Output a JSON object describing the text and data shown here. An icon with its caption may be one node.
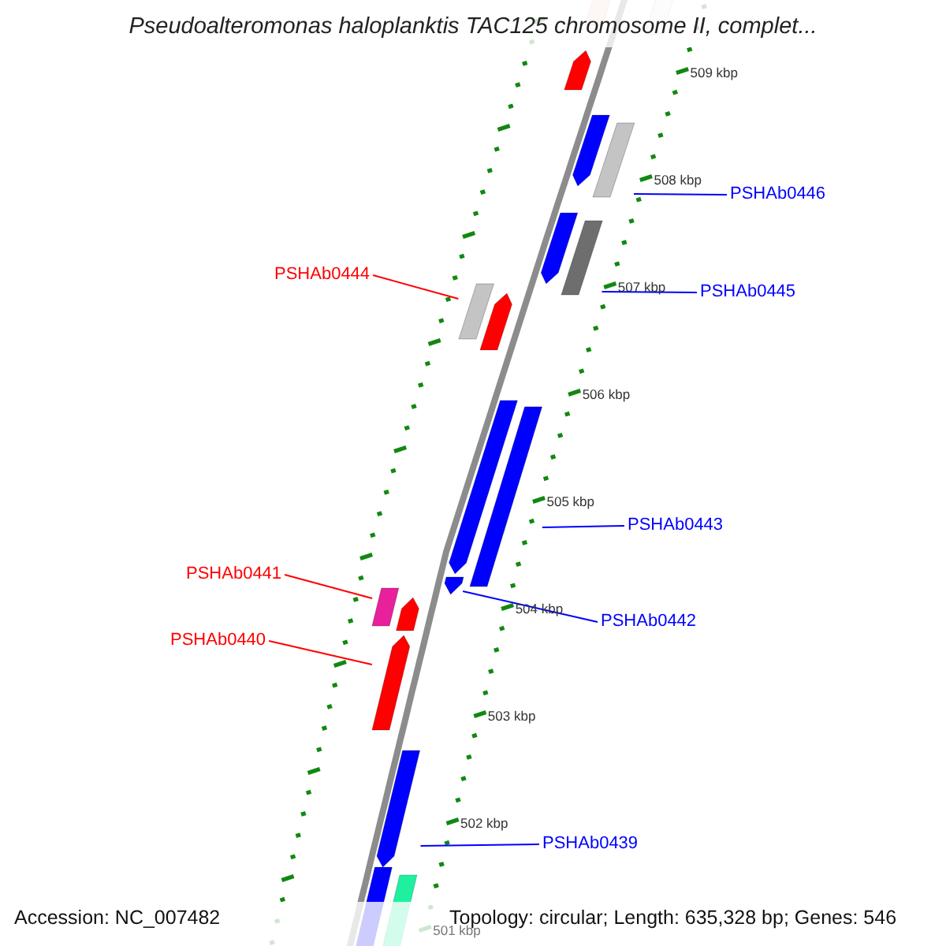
{
  "diagram": {
    "title": "Pseudoalteromonas haloplanktis TAC125 chromosome II, complet...",
    "nodes": [
      {
        "text": [
          "PSHAb0446"
        ]
      },
      {
        "text": [],
        "shape": "bar"
      },
      {
        "text": [
          "PSHAb0445"
        ]
      },
      {
        "text": [],
        "shape": "bar"
      },
      {
        "text": [
          "PSHAb0444"
        ]
      },
      {
        "text": [],
        "shape": "bar"
      },
      {
        "text": [
          "PSHAb0443"
        ]
      },
      {
        "text": [],
        "shape": "bar"
      },
      {
        "text": [
          "PSHAb0442"
        ]
      },
      {
        "text": [],
        "shape": "bar"
      },
      {
        "text": [
          "PSHAb0441"
        ]
      },
      {
        "text": [],
        "shape": "bar"
      },
      {
        "text": [
          "PSHAb0440"
        ]
      },
      {
        "text": [],
        "shape": "bar"
      },
      {
        "text": [
          "PSHAb0439"
        ]
      },
      {
        "text": [],
        "shape": "bar"
      }
    ],
    "edges": [
      {
        "from": 0,
        "to": 1,
        "arrow": "none"
      },
      {
        "from": 2,
        "to": 3,
        "arrow": "none"
      },
      {
        "from": 4,
        "to": 5,
        "arrow": "none",
        "color": "#ff0000"
      },
      {
        "from": 6,
        "to": 7,
        "arrow": "none"
      },
      {
        "from": 8,
        "to": 9,
        "arrow": "none"
      },
      {
        "from": 10,
        "to": 11,
        "arrow": "none",
        "color": "#ff0000"
      },
      {
        "from": 12,
        "to": 13,
        "arrow": "none",
        "color": "#ff0000"
      },
      {
        "from": 14,
        "to": 15,
        "arrow": "none"
      }
    ],
    "labels": [
      "509 kbp",
      "508 kbp",
      "507 kbp",
      "506 kbp",
      "505 kbp",
      "504 kbp",
      "503 kbp",
      "502 kbp",
      "501 kbp",
      "Accession: NC_007482",
      "Topology: circular; Length: 635,328 bp; Genes: 546"
    ]
  }
}
